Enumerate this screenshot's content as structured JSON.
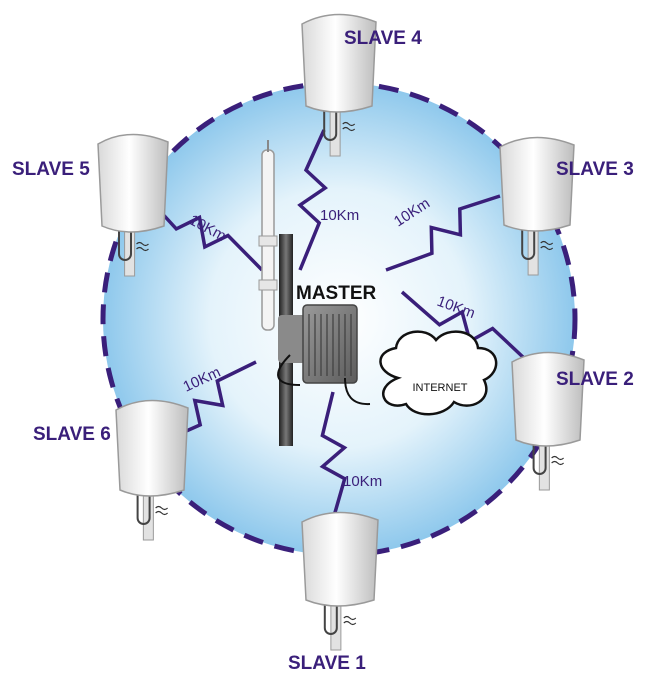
{
  "master": {
    "label": "MASTER"
  },
  "internet": {
    "label": "INTERNET"
  },
  "slaves": [
    {
      "label": "SLAVE 1"
    },
    {
      "label": "SLAVE 2"
    },
    {
      "label": "SLAVE 3"
    },
    {
      "label": "SLAVE 4"
    },
    {
      "label": "SLAVE 5"
    },
    {
      "label": "SLAVE 6"
    }
  ],
  "links": [
    {
      "distance": "10Km"
    },
    {
      "distance": "10Km"
    },
    {
      "distance": "10Km"
    },
    {
      "distance": "10Km"
    },
    {
      "distance": "10Km"
    },
    {
      "distance": "10Km"
    }
  ],
  "colors": {
    "coverage_center": "#ffffff",
    "coverage_edge": "#8ec8ec",
    "boundary": "#3a1f7a",
    "bolt": "#3a1f7a",
    "label": "#3a1f7a"
  }
}
